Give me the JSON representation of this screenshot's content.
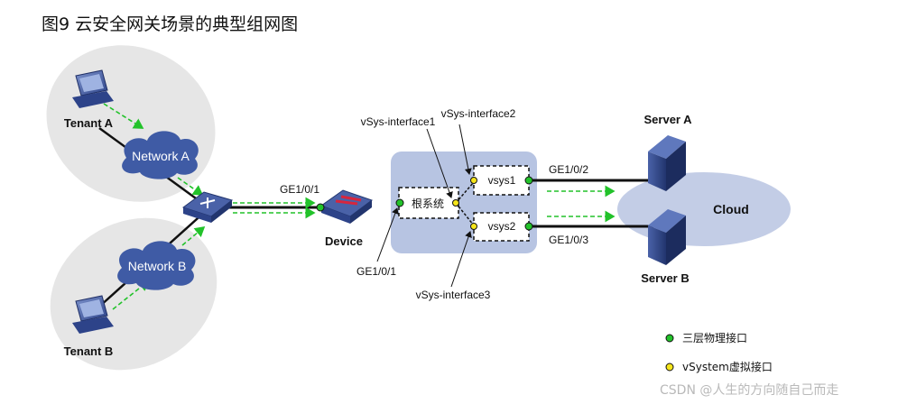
{
  "title": "图9  云安全网关场景的典型组网图",
  "nodes": {
    "tenant_a": "Tenant A",
    "tenant_b": "Tenant B",
    "network_a": "Network A",
    "network_b": "Network B",
    "device": "Device",
    "root_system": "根系统",
    "vsys1": "vsys1",
    "vsys2": "vsys2",
    "server_a": "Server A",
    "server_b": "Server B",
    "cloud": "Cloud"
  },
  "interfaces": {
    "device_ge": "GE1/0/1",
    "root_ge": "GE1/0/1",
    "vsys1_ge": "GE1/0/2",
    "vsys2_ge": "GE1/0/3",
    "vsys_if1": "vSys-interface1",
    "vsys_if2": "vSys-interface2",
    "vsys_if3": "vSys-interface3"
  },
  "legend": {
    "physical": "三层物理接口",
    "virtual": "vSystem虚拟接口"
  },
  "colors": {
    "physical_dot": "#22c22a",
    "virtual_dot": "#f5e51b",
    "flow_arrow": "#22c22a",
    "vsys_panel": "#b7c4e2",
    "cloud_fill": "#c3cde6",
    "network_cloud": "#3f5ba5",
    "tenant_ellipse": "#e6e6e6"
  },
  "watermark": "CSDN @人生的方向随自己而走"
}
